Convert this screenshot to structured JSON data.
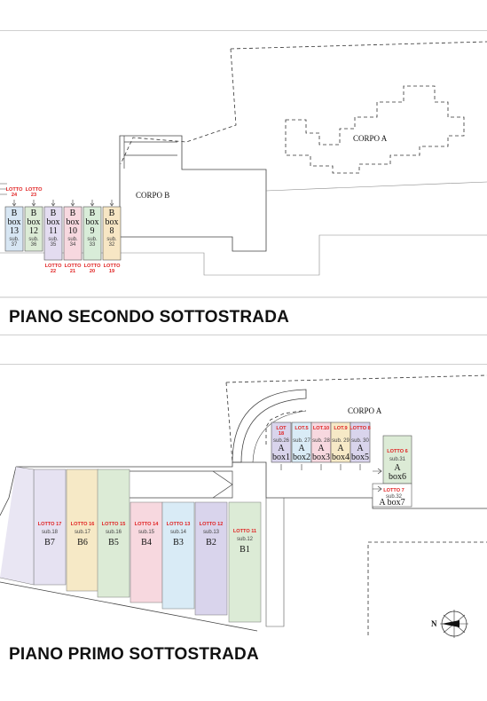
{
  "top_plan": {
    "title": "PIANO SECONDO SOTTOSTRADA",
    "corpo_a": "CORPO A",
    "corpo_b": "CORPO B",
    "boxes": [
      {
        "block": "B",
        "box": "box",
        "num": "13",
        "sub": "sub.",
        "subnum": "37",
        "lotto": "LOTTO",
        "lotto_num": "24",
        "color": "#d7e6f3"
      },
      {
        "block": "B",
        "box": "box",
        "num": "12",
        "sub": "sub.",
        "subnum": "36",
        "lotto": "LOTTO",
        "lotto_num": "23",
        "color": "#dcebd6"
      },
      {
        "block": "B",
        "box": "box",
        "num": "11",
        "sub": "sub.",
        "subnum": "35",
        "lotto": "LOTTO",
        "lotto_num": "22",
        "color": "#e3dcf0"
      },
      {
        "block": "B",
        "box": "box",
        "num": "10",
        "sub": "sub.",
        "subnum": "34",
        "lotto": "LOTTO",
        "lotto_num": "21",
        "color": "#f7d8df"
      },
      {
        "block": "B",
        "box": "box",
        "num": "9",
        "sub": "sub.",
        "subnum": "33",
        "lotto": "LOTTO",
        "lotto_num": "20",
        "color": "#d8ecd8"
      },
      {
        "block": "B",
        "box": "box",
        "num": "8",
        "sub": "sub.",
        "subnum": "32",
        "lotto": "LOTTO",
        "lotto_num": "19",
        "color": "#f7e6c4"
      }
    ]
  },
  "bottom_plan": {
    "title": "PIANO PRIMO SOTTOSTRADA",
    "corpo_a": "CORPO A",
    "north": "N",
    "b_units": [
      {
        "lotto": "LOTTO 17",
        "sub": "sub.18",
        "name": "B7",
        "color": "#e6e2f2"
      },
      {
        "lotto": "LOTTO 16",
        "sub": "sub.17",
        "name": "B6",
        "color": "#f6e9c6"
      },
      {
        "lotto": "LOTTO 15",
        "sub": "sub.16",
        "name": "B5",
        "color": "#dcebd6"
      },
      {
        "lotto": "LOTTO 14",
        "sub": "sub.15",
        "name": "B4",
        "color": "#f7d8df"
      },
      {
        "lotto": "LOTTO 13",
        "sub": "sub.14",
        "name": "B3",
        "color": "#d9ebf6"
      },
      {
        "lotto": "LOTTO 12",
        "sub": "sub.13",
        "name": "B2",
        "color": "#d9d4ec"
      },
      {
        "lotto": "LOTTO 11",
        "sub": "sub.12",
        "name": "B1",
        "color": "#dcebd6"
      }
    ],
    "a_boxes": [
      {
        "lotto_l1": "LOT",
        "lotto_l2": "18",
        "sub": "sub.26",
        "block": "A",
        "name": "box1",
        "color": "#d9d4ec"
      },
      {
        "lotto_l1": "LOT.5",
        "lotto_l2": "",
        "sub": "sub. 27",
        "block": "A",
        "name": "box2",
        "color": "#d9ebf6"
      },
      {
        "lotto_l1": "LOT.10",
        "lotto_l2": "",
        "sub": "sub. 28",
        "block": "A",
        "name": "box3",
        "color": "#f7d8df"
      },
      {
        "lotto_l1": "LOT.9",
        "lotto_l2": "",
        "sub": "sub. 29",
        "block": "A",
        "name": "box4",
        "color": "#f6e9c6"
      },
      {
        "lotto_l1": "LOTTO 8",
        "lotto_l2": "",
        "sub": "sub. 30",
        "block": "A",
        "name": "box5",
        "color": "#d9d4ec"
      }
    ],
    "box6": {
      "lotto": "LOTTO 6",
      "sub": "sub.31",
      "block": "A",
      "name": "box6",
      "color": "#dcebd6"
    },
    "box7": {
      "lotto": "LOTTO 7",
      "sub": "sub.32",
      "name": "A box7"
    }
  }
}
